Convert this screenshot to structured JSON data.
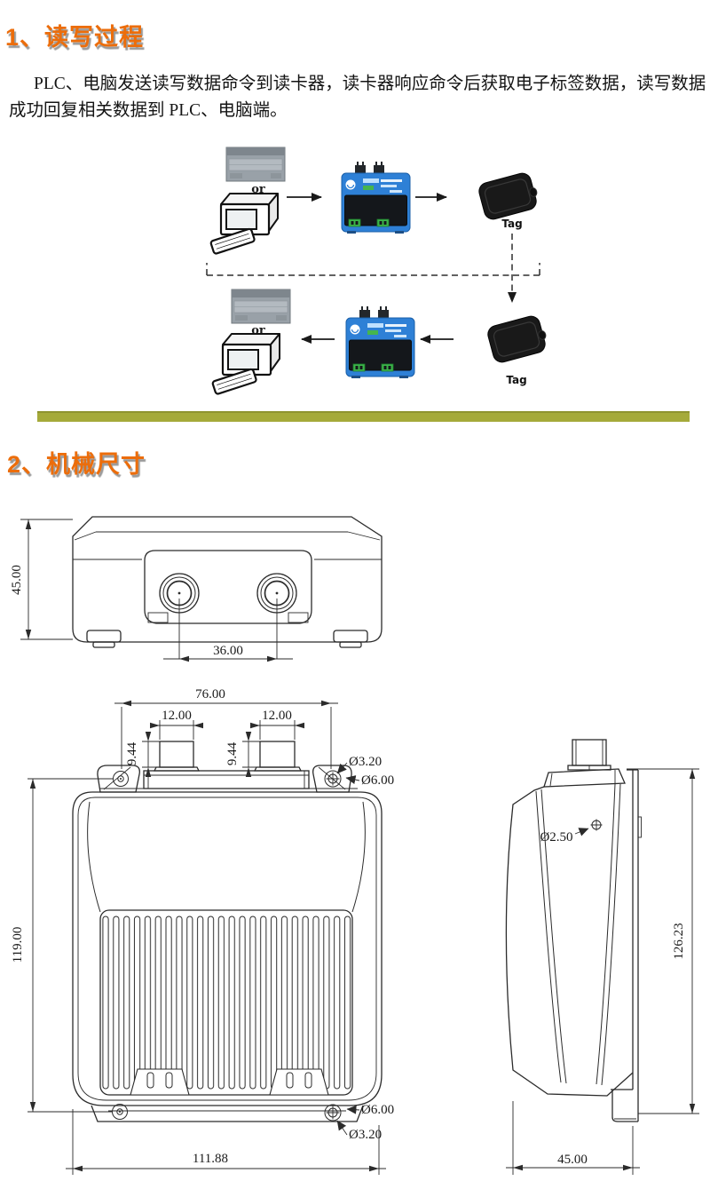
{
  "section1": {
    "heading": "1、读写过程",
    "paragraph": "PLC、电脑发送读写数据命令到读卡器，读卡器响应命令后获取电子标签数据，读写数据成功回复相关数据到 PLC、电脑端。"
  },
  "diagram": {
    "or_label": "or",
    "tag_label": "Tag"
  },
  "section2": {
    "heading": "2、机械尺寸"
  },
  "dims": {
    "top_view": {
      "height": "45.00",
      "antenna_spacing": "36.00"
    },
    "front_view": {
      "mount_hole_spacing": "76.00",
      "antenna_width": "12.00",
      "antenna_height": "9.44",
      "hole_small_top": "Ø3.20",
      "hole_large_top": "Ø6.00",
      "body_height": "119.00",
      "hole_large_bottom": "Ø6.00",
      "hole_small_bottom": "Ø3.20",
      "body_width": "111.88"
    },
    "side_view": {
      "hole": "Ø2.50",
      "height": "126.23",
      "depth": "45.00"
    }
  },
  "colors": {
    "heading_orange": "#EC6D0B",
    "divider_olive": "#A5AA3A",
    "reader_blue": "#2E80D6",
    "tag_black": "#191919"
  }
}
